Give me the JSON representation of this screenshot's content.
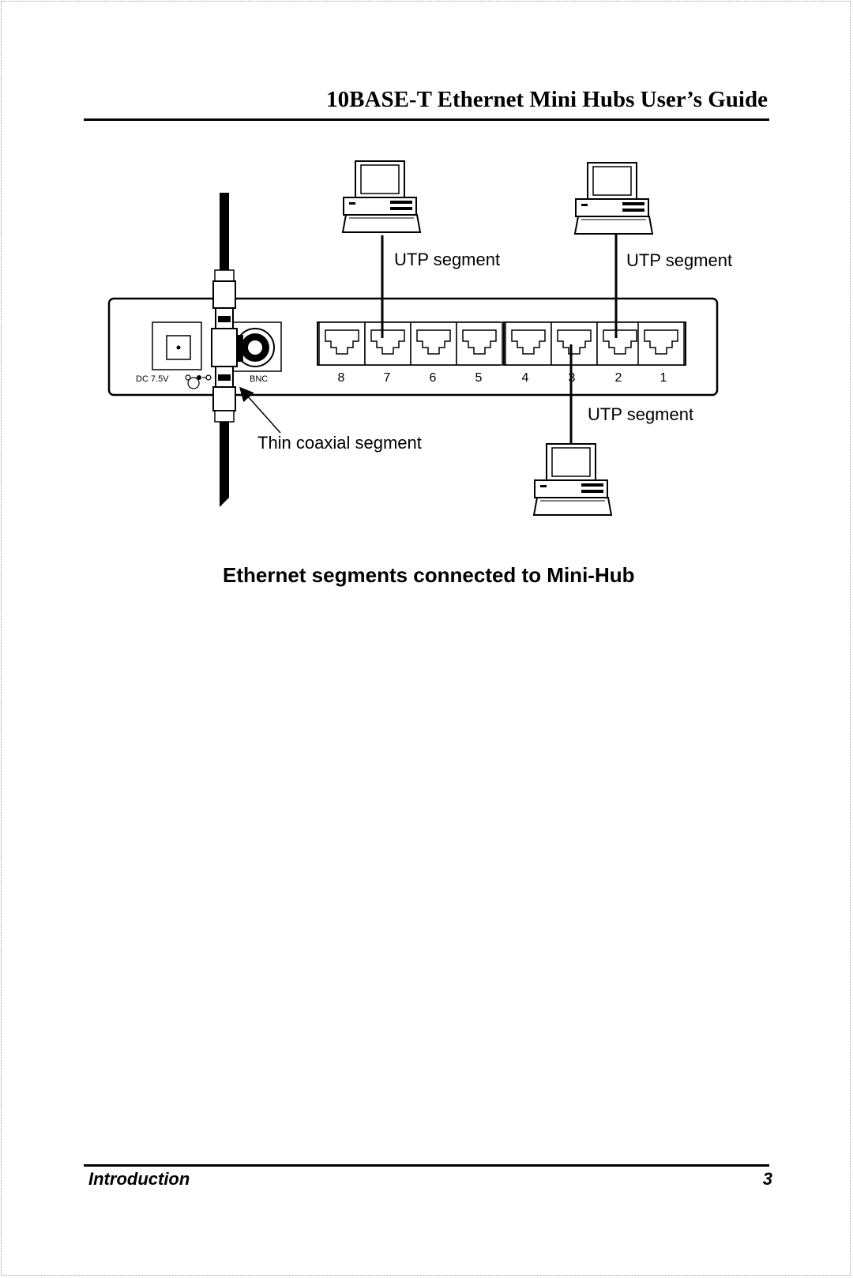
{
  "header": {
    "title": "10BASE-T Ethernet Mini Hubs User’s Guide"
  },
  "figure": {
    "labels": {
      "utp_left": "UTP segment",
      "utp_right": "UTP segment",
      "utp_bottom": "UTP segment",
      "coax": "Thin coaxial segment",
      "dc": "DC 7.5V",
      "bnc": "BNC"
    },
    "port_numbers": [
      "8",
      "7",
      "6",
      "5",
      "4",
      "3",
      "2",
      "1"
    ],
    "caption": "Ethernet segments connected to Mini-Hub"
  },
  "footer": {
    "section": "Introduction",
    "page_number": "3"
  }
}
